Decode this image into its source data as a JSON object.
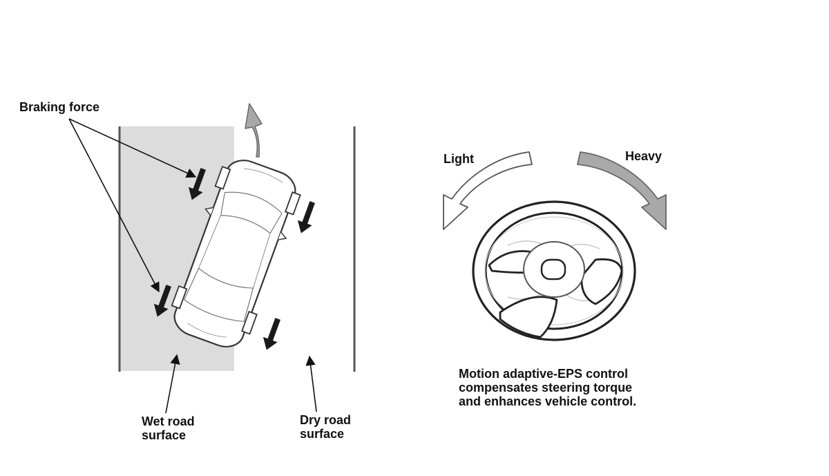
{
  "labels": {
    "braking_force": "Braking force",
    "wet_road_line1": "Wet road",
    "wet_road_line2": "surface",
    "dry_road_line1": "Dry road",
    "dry_road_line2": "surface",
    "light": "Light",
    "heavy": "Heavy",
    "caption_line1": "Motion adaptive-EPS control",
    "caption_line2": "compensates steering torque",
    "caption_line3": "and enhances vehicle control."
  },
  "colors": {
    "wet_surface": "#dcdcdc",
    "gray_arrow": "#a9a9a9",
    "line": "#333333",
    "brake_arrow": "#1a1a1a"
  },
  "icons": [
    "car",
    "steering-wheel",
    "braking-arrow",
    "rotation-arrow"
  ]
}
